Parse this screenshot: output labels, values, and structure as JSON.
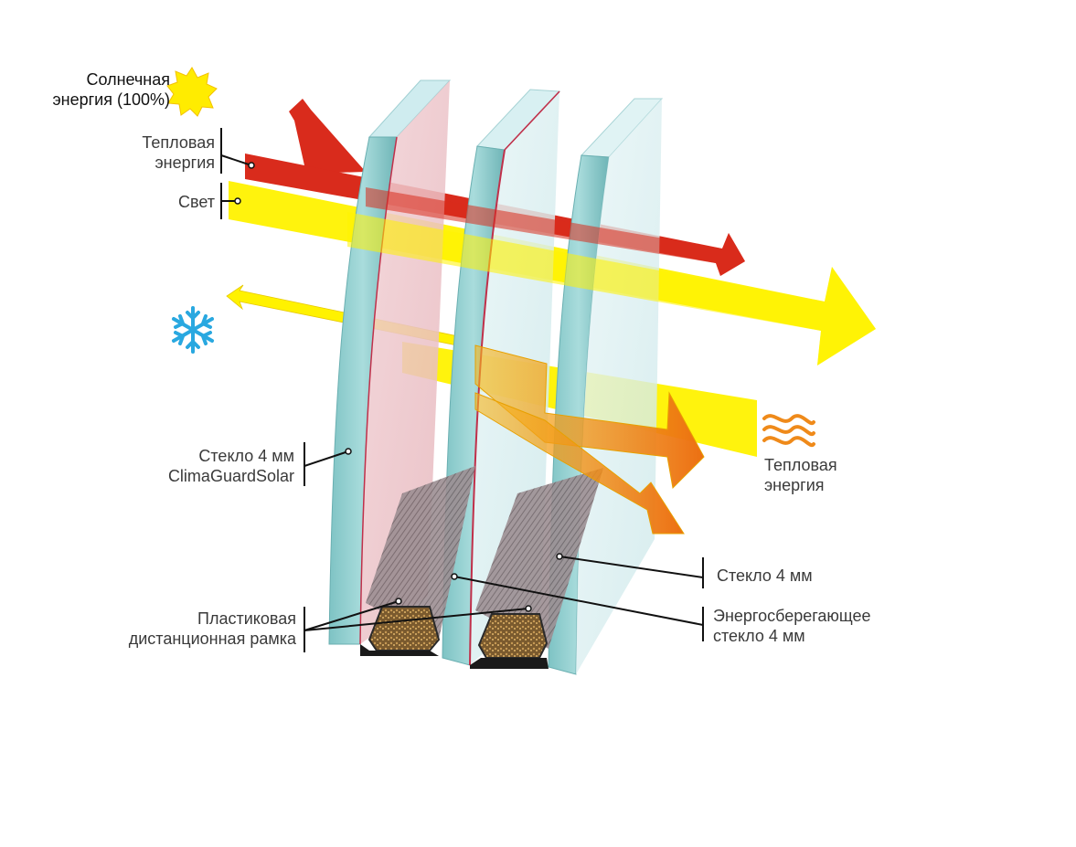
{
  "labels": {
    "solar_energy": [
      "Солнечная",
      "энергия (100%)"
    ],
    "heat_energy_top": [
      "Тепловая",
      "энергия"
    ],
    "light": "Свет",
    "glass_climaguard": [
      "Стекло 4 мм",
      "ClimaGuardSolar"
    ],
    "spacer_frame": [
      "Пластиковая",
      "дистанционная рамка"
    ],
    "heat_energy_right": [
      "Тепловая",
      "энергия"
    ],
    "glass_4mm": "Стекло 4 мм",
    "energy_saving_glass": [
      "Энергосберегающее",
      "стекло 4 мм"
    ]
  },
  "icons": [
    "sun-icon",
    "snowflake-icon",
    "heat-waves-icon"
  ],
  "colors": {
    "heat_arrow": "#d92b1c",
    "light_arrow": "#fff200",
    "orange_arrow": "#ef7d18",
    "glass_edge": "#7fc4c4",
    "glass_face": "#d8eef0",
    "coating": "#c0304a",
    "snowflake": "#29a8e0",
    "sun": "#ffec00"
  }
}
